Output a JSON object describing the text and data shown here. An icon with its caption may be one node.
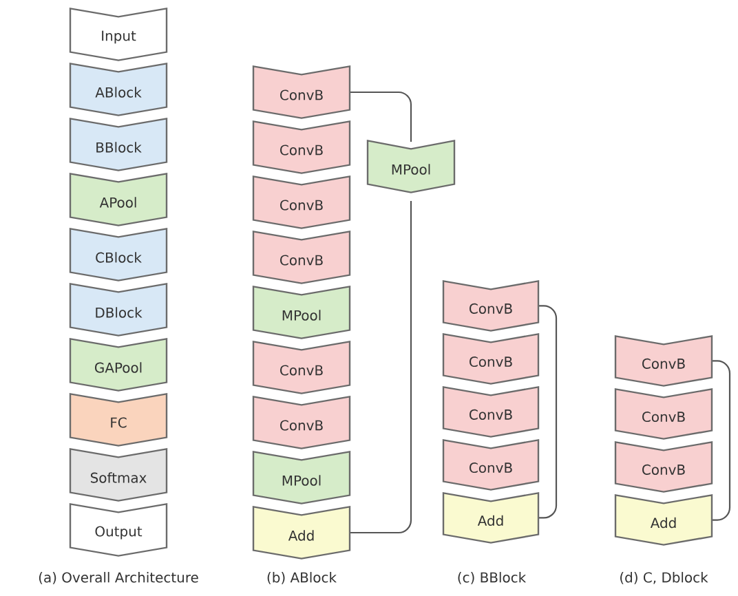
{
  "diagram": {
    "nodes": [
      {
        "text": [
          "Input"
        ]
      },
      {
        "text": [
          "ABlock"
        ]
      },
      {
        "text": [
          "BBlock"
        ]
      },
      {
        "text": [
          "APool"
        ]
      },
      {
        "text": [
          "CBlock"
        ]
      },
      {
        "text": [
          "DBlock"
        ]
      },
      {
        "text": [
          "GAPool"
        ]
      },
      {
        "text": [
          "FC"
        ]
      },
      {
        "text": [
          "Softmax"
        ]
      },
      {
        "text": [
          "Output"
        ]
      },
      {
        "text": [
          "ConvB"
        ]
      },
      {
        "text": [
          "ConvB"
        ]
      },
      {
        "text": [
          "ConvB"
        ]
      },
      {
        "text": [
          "ConvB"
        ]
      },
      {
        "text": [
          "MPool"
        ]
      },
      {
        "text": [
          "ConvB"
        ]
      },
      {
        "text": [
          "ConvB"
        ]
      },
      {
        "text": [
          "MPool"
        ]
      },
      {
        "text": [
          "Add"
        ]
      },
      {
        "text": [
          "MPool"
        ]
      },
      {
        "text": [
          "ConvB"
        ]
      },
      {
        "text": [
          "ConvB"
        ]
      },
      {
        "text": [
          "ConvB"
        ]
      },
      {
        "text": [
          "ConvB"
        ]
      },
      {
        "text": [
          "Add"
        ]
      },
      {
        "text": [
          "ConvB"
        ]
      },
      {
        "text": [
          "ConvB"
        ]
      },
      {
        "text": [
          "ConvB"
        ]
      },
      {
        "text": [
          "Add"
        ]
      }
    ],
    "edges": [
      {
        "from": 10,
        "to": 19,
        "arrow": "none"
      },
      {
        "from": 19,
        "to": 18,
        "arrow": "none"
      },
      {
        "from": 20,
        "to": 24,
        "arrow": "none"
      },
      {
        "from": 25,
        "to": 28,
        "arrow": "none"
      }
    ],
    "labels": [
      "(a) Overall Architecture",
      "(b) ABlock",
      "(c) BBlock",
      "(d) C, Dblock"
    ]
  }
}
